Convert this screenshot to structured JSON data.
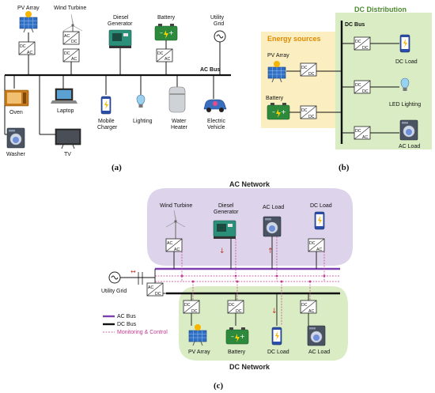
{
  "panel_a": {
    "labels": {
      "pv_array": "PV Array",
      "wind_turbine": "Wind Turbine",
      "diesel_generator_l1": "Diesel",
      "diesel_generator_l2": "Generator",
      "battery": "Battery",
      "utility_grid_l1": "Utility",
      "utility_grid_l2": "Grid",
      "ac_bus": "AC Bus",
      "oven": "Oven",
      "laptop": "Laptop",
      "mobile_charger_l1": "Mobile",
      "mobile_charger_l2": "Charger",
      "lighting": "Lighting",
      "water_heater_l1": "Water",
      "water_heater_l2": "Heater",
      "electric_vehicle_l1": "Electric",
      "electric_vehicle_l2": "Vehicle",
      "washer": "Washer",
      "tv": "TV"
    },
    "caption": "(a)"
  },
  "panel_b": {
    "title": "DC Distribution",
    "energy_sources": "Energy sources",
    "pv_array": "PV Array",
    "battery": "Battery",
    "dc_bus": "DC Bus",
    "dc_load": "DC Load",
    "led_lighting": "LED Lighting",
    "ac_load": "AC Load",
    "caption": "(b)"
  },
  "panel_c": {
    "ac_network": "AC Network",
    "dc_network": "DC Network",
    "wind_turbine": "Wind Turbine",
    "diesel_generator_l1": "Diesel",
    "diesel_generator_l2": "Generator",
    "ac_load": "AC Load",
    "dc_load": "DC Load",
    "utility_grid": "Utility Grid",
    "legend": {
      "ac_bus": "AC Bus",
      "dc_bus": "DC Bus",
      "monitoring": "Monitoring & Control"
    },
    "pv_array": "PV Array",
    "battery": "Battery",
    "dc_load_bottom": "DC Load",
    "ac_load_bottom": "AC Load",
    "caption": "(c)"
  },
  "converter_text": {
    "dc": "DC",
    "ac": "AC"
  },
  "colors": {
    "ac_bus": "#7b3fb0",
    "dc_bus": "#111111",
    "monitoring": "#c0398f",
    "dc_panel_bg": "#d9ecc4",
    "energy_bg": "#fbeec1",
    "ac_network_bg": "#ddd3ea",
    "dc_network_bg": "#d9ecc4",
    "title_green": "#4a8a2a",
    "energy_orange": "#e08a00"
  }
}
